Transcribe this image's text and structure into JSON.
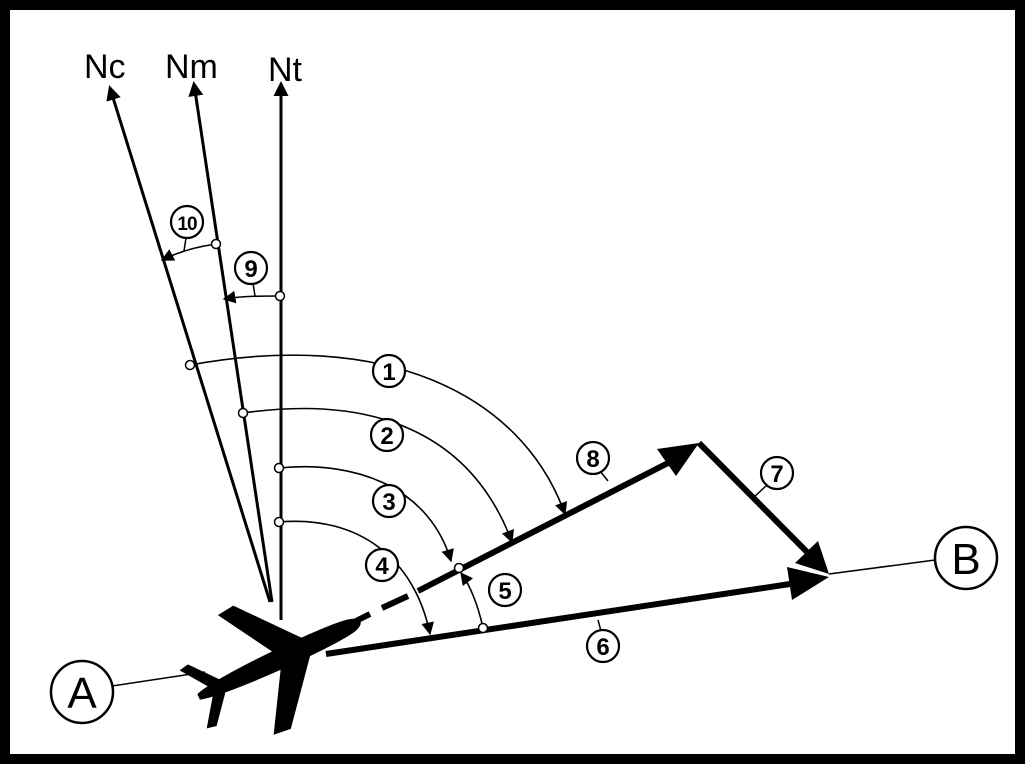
{
  "north_labels": {
    "compass": "Nc",
    "magnetic": "Nm",
    "true": "Nt"
  },
  "points": {
    "start": "A",
    "end": "B"
  },
  "markers": {
    "m1": "1",
    "m2": "2",
    "m3": "3",
    "m4": "4",
    "m5": "5",
    "m6": "6",
    "m7": "7",
    "m8": "8",
    "m9": "9",
    "m10": "10"
  },
  "colors": {
    "ink": "#000000",
    "background": "#ffffff"
  },
  "icons": {
    "aircraft": "airplane-icon"
  }
}
